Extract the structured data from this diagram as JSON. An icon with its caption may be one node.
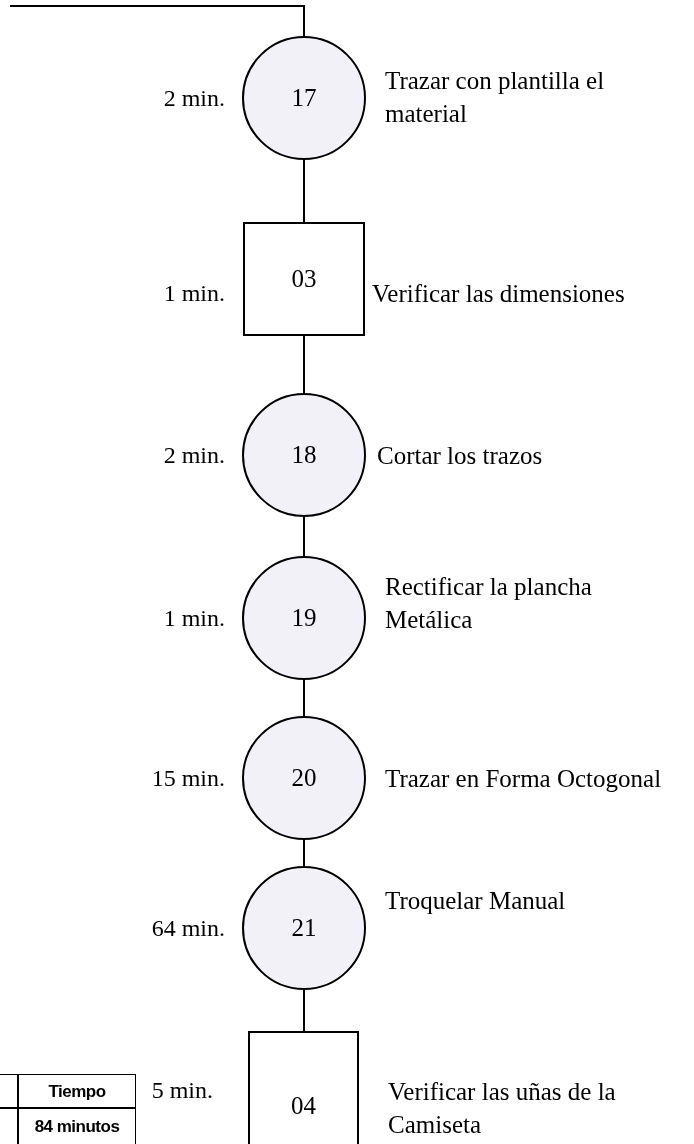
{
  "diagram": {
    "nodes": [
      {
        "text": [
          "17"
        ],
        "beside": [
          "2 min.",
          "Trazar con plantilla el material"
        ]
      },
      {
        "text": [
          "03"
        ],
        "beside": [
          "1 min.",
          "Verificar las dimensiones"
        ]
      },
      {
        "text": [
          "18"
        ],
        "beside": [
          "2 min.",
          "Cortar los trazos"
        ]
      },
      {
        "text": [
          "19"
        ],
        "beside": [
          "1 min.",
          "Rectificar  la plancha Metálica"
        ]
      },
      {
        "text": [
          "20"
        ],
        "beside": [
          "15 min.",
          "Trazar en Forma Octogonal"
        ]
      },
      {
        "text": [
          "21"
        ],
        "beside": [
          "64 min.",
          "Troquelar Manual"
        ]
      },
      {
        "text": [
          "04"
        ],
        "beside": [
          "5 min.",
          "Verificar  las uñas de la Camiseta"
        ]
      }
    ],
    "edges": [
      {
        "from": null,
        "to": 0,
        "arrow": "none"
      },
      {
        "from": 0,
        "to": 1,
        "arrow": "none"
      },
      {
        "from": 1,
        "to": 2,
        "arrow": "none"
      },
      {
        "from": 2,
        "to": 3,
        "arrow": "none"
      },
      {
        "from": 3,
        "to": 4,
        "arrow": "none"
      },
      {
        "from": 4,
        "to": 5,
        "arrow": "none"
      },
      {
        "from": 5,
        "to": 6,
        "arrow": "none"
      }
    ],
    "labels": [
      "Tiempo",
      "84 minutos"
    ]
  }
}
